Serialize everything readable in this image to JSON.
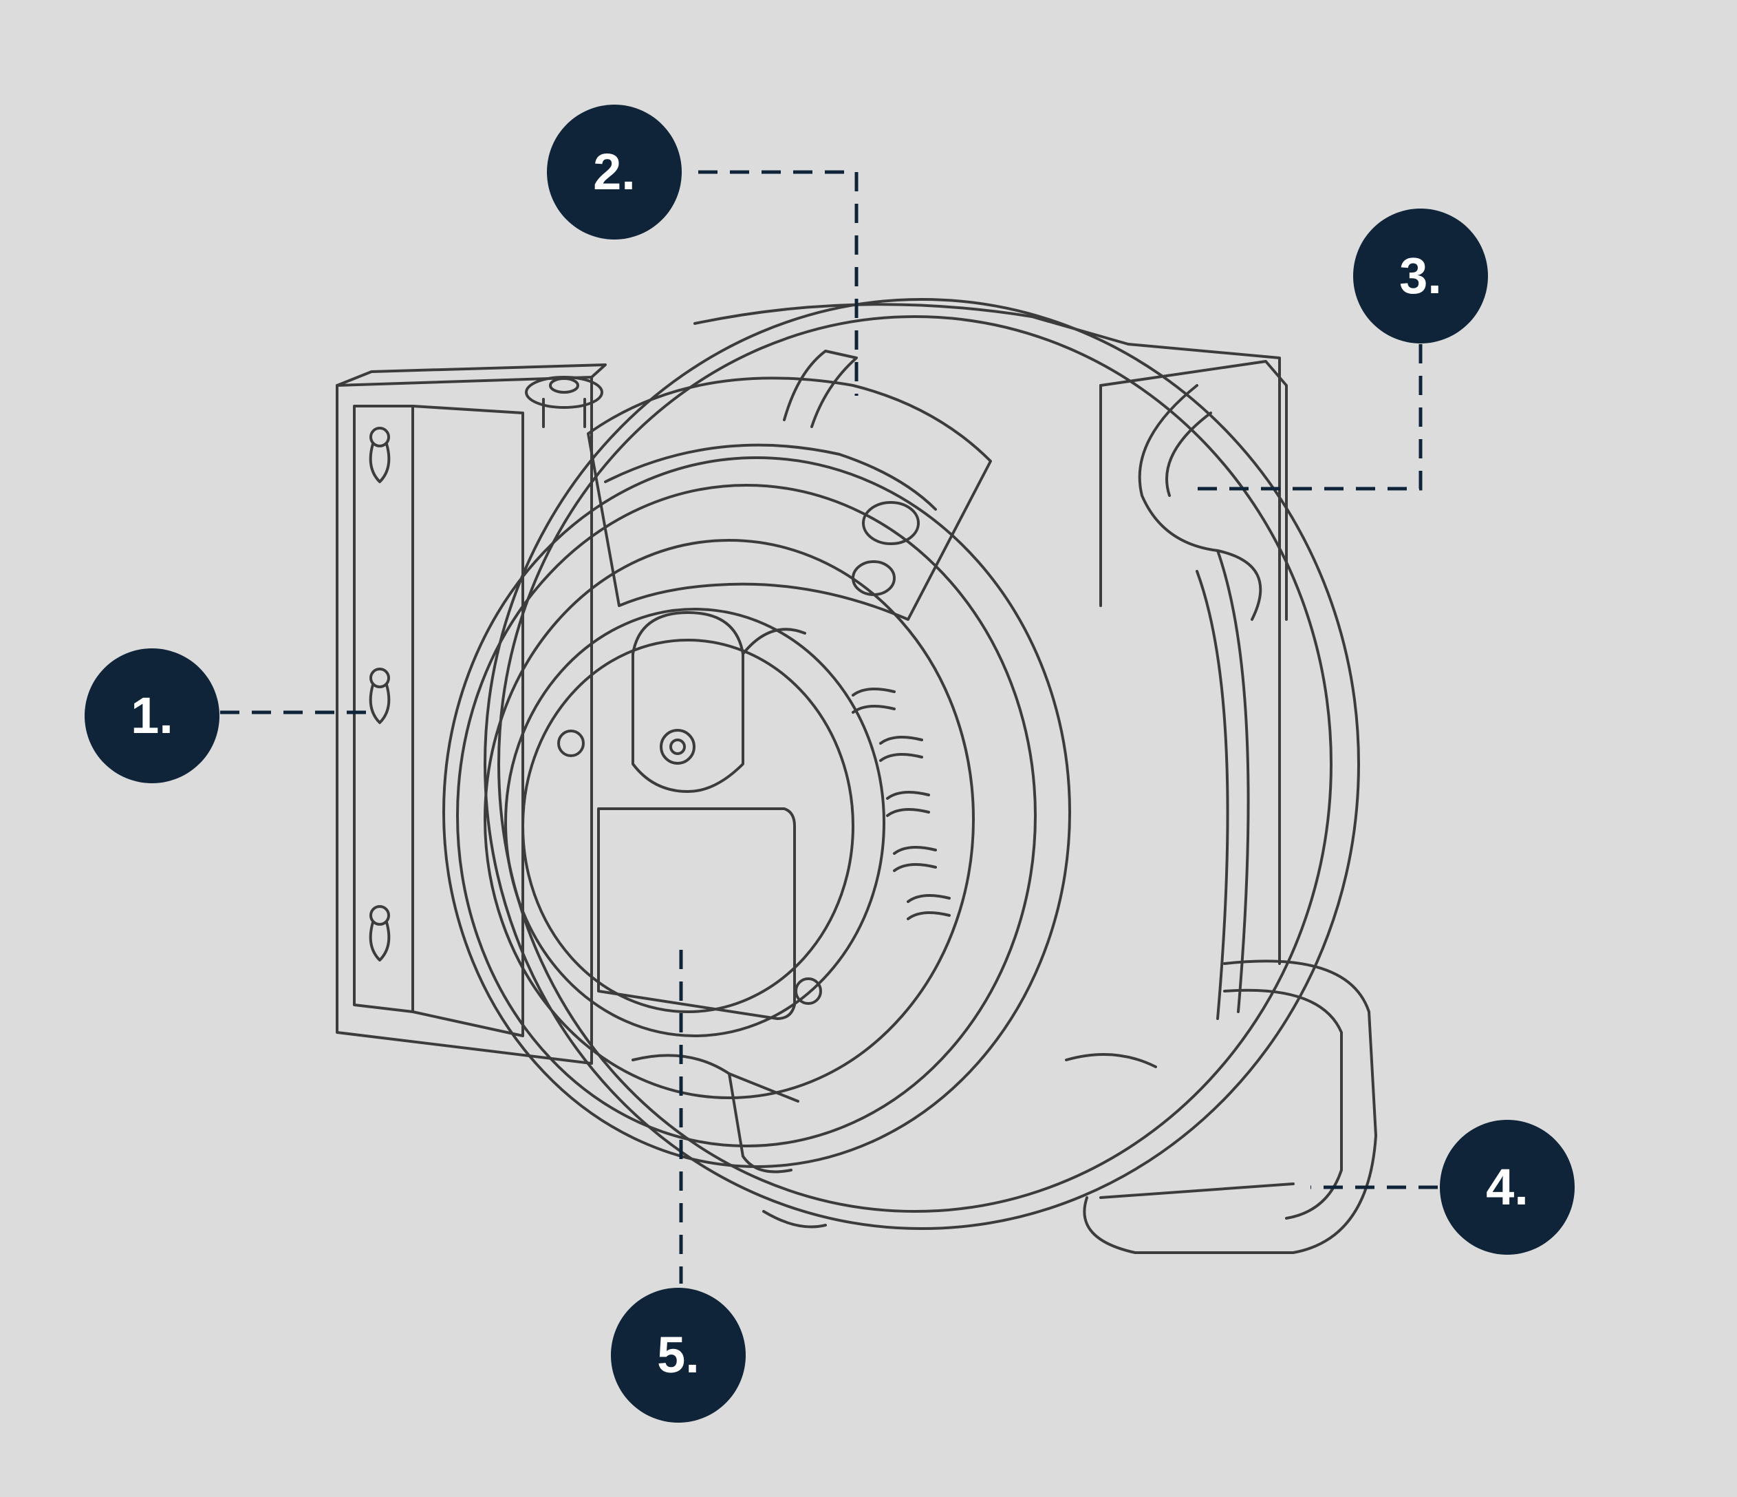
{
  "diagram": {
    "background_color": "#dcdcdc",
    "line_color": "#3c3c3c",
    "callout_color": "#0f2438",
    "callout_text_color": "#ffffff",
    "leader_style": "dashed",
    "callouts": [
      {
        "id": "c1",
        "label": "1."
      },
      {
        "id": "c2",
        "label": "2."
      },
      {
        "id": "c3",
        "label": "3."
      },
      {
        "id": "c4",
        "label": "4."
      },
      {
        "id": "c5",
        "label": "5."
      }
    ]
  }
}
